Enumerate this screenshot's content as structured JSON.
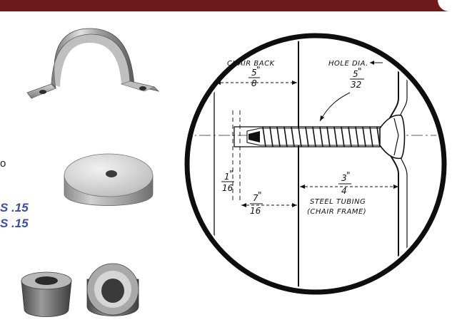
{
  "header": {
    "accent_color": "#6e1a1a"
  },
  "left_panel": {
    "side_letter": "o",
    "spec_lines": [
      "S .15",
      "S .15"
    ],
    "spec_color": "#3a4fa0",
    "parts": [
      "tube-strap-icon",
      "round-spacer-icon",
      "bumper-icon"
    ]
  },
  "diagram": {
    "chair_back_label": "CHAIR BACK",
    "chair_back_dim": {
      "num": "5",
      "den": "8",
      "unit": "\""
    },
    "hole_dia_label": "HOLE DIA.",
    "hole_dia_dim": {
      "num": "5",
      "den": "32",
      "unit": "\""
    },
    "left_dim": {
      "num": "1",
      "den": "16",
      "unit": "\""
    },
    "bottom_dim": {
      "num": "7",
      "den": "16",
      "unit": "\""
    },
    "tubing_dim": {
      "num": "3",
      "den": "4",
      "unit": "\""
    },
    "tubing_label": "STEEL TUBING",
    "frame_label": "(CHAIR FRAME)"
  }
}
